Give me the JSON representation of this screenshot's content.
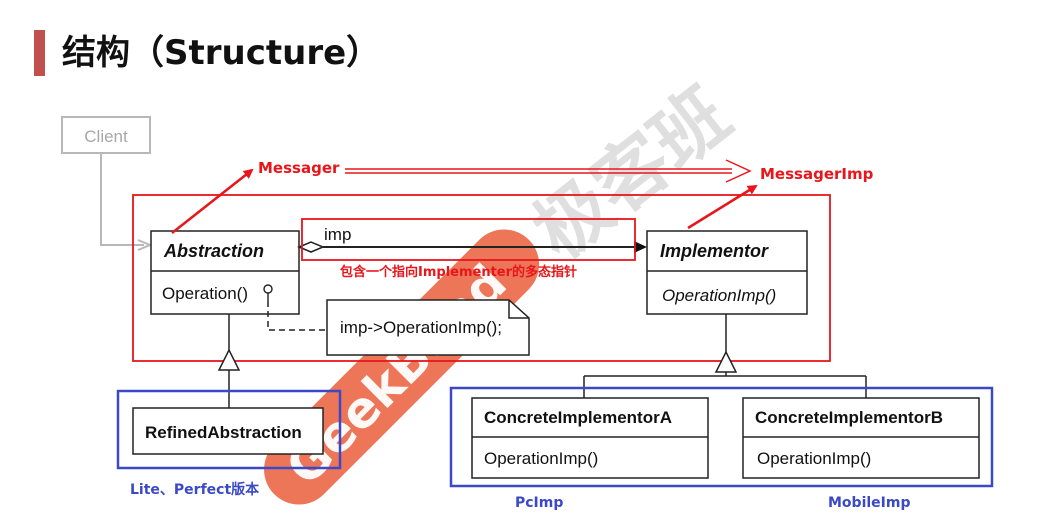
{
  "slide": {
    "title": "结构（Structure）"
  },
  "diagram": {
    "client": "Client",
    "abstraction": {
      "name": "Abstraction",
      "method": "Operation()"
    },
    "implementor": {
      "name": "Implementor",
      "method": "OperationImp()"
    },
    "note": "imp->OperationImp();",
    "association_label": "imp",
    "refined": {
      "name": "RefinedAbstraction"
    },
    "concrete_a": {
      "name": "ConcreteImplementorA",
      "method": "OperationImp()"
    },
    "concrete_b": {
      "name": "ConcreteImplementorB",
      "method": "OperationImp()"
    }
  },
  "annotations": {
    "messager": "Messager",
    "messager_imp": "MessagerImp",
    "pointer_note": "包含一个指向Implementer的多态指针",
    "lite_perfect": "Lite、Perfect版本",
    "pc_imp": "PcImp",
    "mobile_imp": "MobileImp",
    "red_color": "#e8161b",
    "blue_color": "#3b49c6"
  },
  "watermark": {
    "brand_cn": "极客班",
    "brand_en": "GeekBand",
    "color": "#e8502a"
  }
}
